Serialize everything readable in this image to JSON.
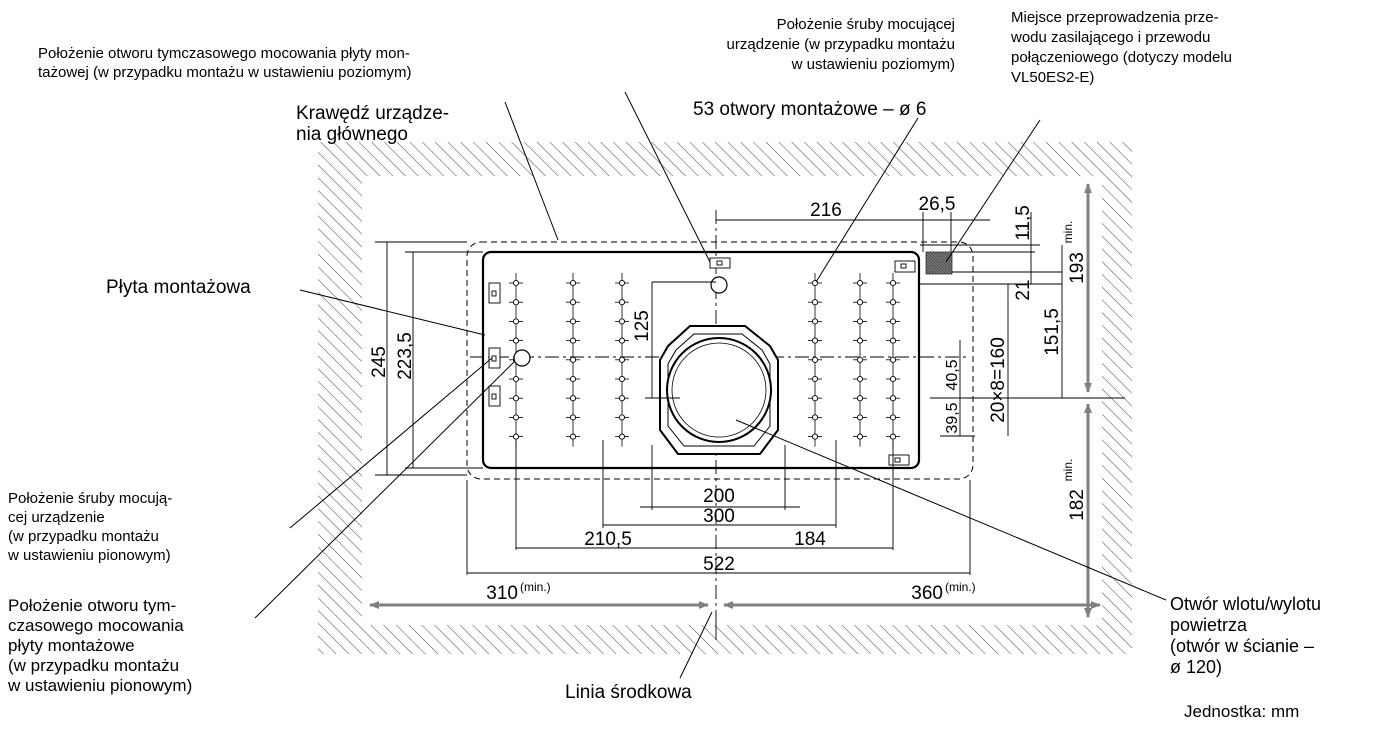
{
  "labels": {
    "plate_hole_horizontal": "Położenie otworu tymczasowego mocowania płyty mon-\ntażowej (w przypadku montażu w ustawieniu poziomym)",
    "unit_edge": "Krawędź urządze-\nnia głównego",
    "screw_horizontal": "Położenie śruby mocującej\nurządzenie (w przypadku montażu\nw ustawieniu poziomym)",
    "mounting_holes": "53 otwory montażowe – ø 6",
    "cable_passage": "Miejsce przeprowadzenia prze-\nwodu zasilającego i przewodu\npołączeniowego (dotyczy modelu\nVL50ES2-E)",
    "mounting_plate": "Płyta montażowa",
    "screw_vertical": "Położenie śruby mocują-\ncej urządzenie\n(w przypadku montażu\nw ustawieniu pionowym)",
    "plate_hole_vertical": "Położenie otworu tym-\nczasowego mocowania\npłyty montażowe\n(w przypadku montażu\nw ustawieniu pionowym)",
    "center_line": "Linia środkowa",
    "air_hole": "Otwór wlotu/wylotu\npowietrza\n(otwór w ścianie –\nø 120)",
    "unit": "Jednostka: mm"
  },
  "dimensions": {
    "d216": "216",
    "d26_5": "26,5",
    "d11_5": "11,5",
    "d21": "21",
    "d193": "193",
    "min": "min.",
    "d151_5": "151,5",
    "d245": "245",
    "d223_5": "223,5",
    "d125": "125",
    "d20x8": "20×8=160",
    "d40_5": "40,5",
    "d39_5": "39,5",
    "d182": "182",
    "d200": "200",
    "d300": "300",
    "d210_5": "210,5",
    "d184": "184",
    "d522": "522",
    "d310": "310",
    "d360": "360",
    "min_paren": "(min.)"
  },
  "colors": {
    "line": "#000000",
    "arrow": "#808080",
    "hatch": "#555555",
    "pad": "#707070"
  }
}
